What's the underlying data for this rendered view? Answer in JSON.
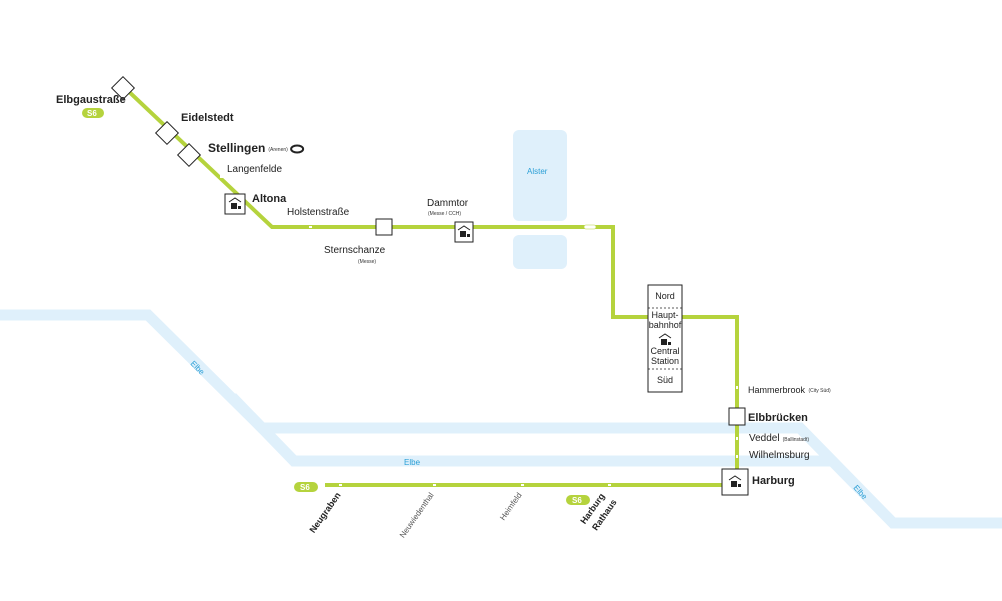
{
  "colors": {
    "line": "#b5d33d",
    "water": "#dff0fb",
    "water_label": "#2a9fd6",
    "station_border": "#222222"
  },
  "line_name": "S6",
  "water": {
    "alster": "Alster",
    "elbe": "Elbe"
  },
  "stations": {
    "elbgaustrasse": "Elbgaustraße",
    "eidelstedt": "Eidelstedt",
    "stellingen": "Stellingen",
    "stellingen_note": "(Arenen)",
    "langenfelde": "Langenfelde",
    "altona": "Altona",
    "holstenstrasse": "Holstenstraße",
    "sternschanze": "Sternschanze",
    "sternschanze_note": "(Messe)",
    "dammtor": "Dammtor",
    "dammtor_note": "(Messe / CCH)",
    "hbf_nord": "Nord",
    "hbf_line1": "Haupt-",
    "hbf_line2": "bahnhof",
    "hbf_line3": "Central",
    "hbf_line4": "Station",
    "hbf_sued": "Süd",
    "hammerbrook": "Hammerbrook",
    "hammerbrook_note": "(City Süd)",
    "elbbruecken": "Elbbrücken",
    "veddel": "Veddel",
    "veddel_note": "(Ballinstadt)",
    "wilhelmsburg": "Wilhelmsburg",
    "harburg": "Harburg",
    "harburg_rathaus_1": "Harburg",
    "harburg_rathaus_2": "Rathaus",
    "heimfeld": "Heimfeld",
    "neuwiedenthal": "Neuwiedenthal",
    "neugraben": "Neugraben"
  },
  "icons": {
    "train_station": "train-station-icon",
    "arena": "arena-icon"
  }
}
